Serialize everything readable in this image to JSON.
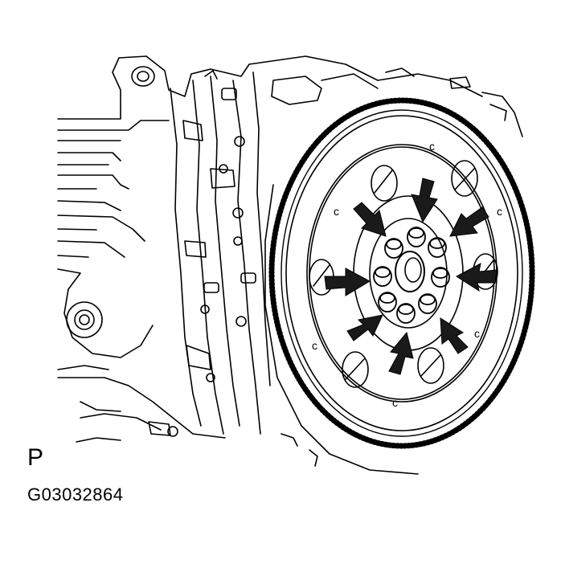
{
  "view_label": "P",
  "figure_code": "G03032864",
  "colors": {
    "line": "#000000",
    "background": "#ffffff",
    "arrow": "#222222"
  },
  "flywheel": {
    "bolt_count": 8,
    "indicated_bolts": 8
  }
}
